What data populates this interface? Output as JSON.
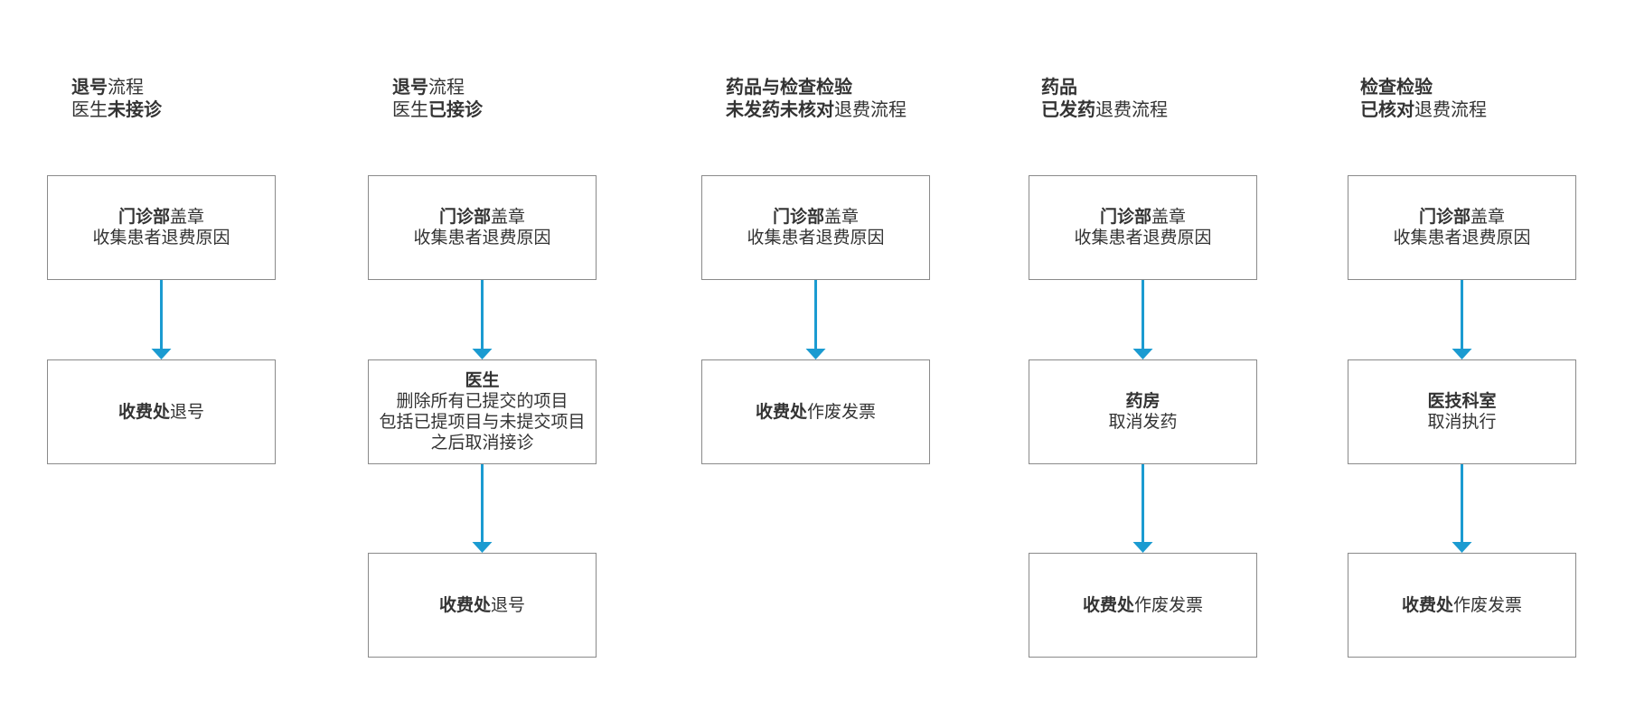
{
  "colors": {
    "arrow": "#1b9bd1",
    "box_border": "#8a8a8a",
    "text": "#333333",
    "background": "#ffffff"
  },
  "columns": [
    {
      "title": {
        "line1": [
          {
            "text": "退号",
            "bold": true
          },
          {
            "text": "流程",
            "bold": false
          }
        ],
        "line2": [
          {
            "text": "医生",
            "bold": false
          },
          {
            "text": "未接诊",
            "bold": true
          }
        ]
      },
      "steps": [
        {
          "lines": [
            [
              {
                "text": "门诊部",
                "bold": true
              },
              {
                "text": "盖章",
                "bold": false
              }
            ],
            [
              {
                "text": "收集患者退费原因",
                "bold": false
              }
            ]
          ]
        },
        {
          "lines": [
            [
              {
                "text": "收费处",
                "bold": true
              },
              {
                "text": "退号",
                "bold": false
              }
            ]
          ]
        }
      ]
    },
    {
      "title": {
        "line1": [
          {
            "text": "退号",
            "bold": true
          },
          {
            "text": "流程",
            "bold": false
          }
        ],
        "line2": [
          {
            "text": "医生",
            "bold": false
          },
          {
            "text": "已接诊",
            "bold": true
          }
        ]
      },
      "steps": [
        {
          "lines": [
            [
              {
                "text": "门诊部",
                "bold": true
              },
              {
                "text": "盖章",
                "bold": false
              }
            ],
            [
              {
                "text": "收集患者退费原因",
                "bold": false
              }
            ]
          ]
        },
        {
          "lines": [
            [
              {
                "text": "医生",
                "bold": true
              }
            ],
            [
              {
                "text": "删除所有已提交的项目",
                "bold": false
              }
            ],
            [
              {
                "text": "包括已提项目与未提交项目",
                "bold": false
              }
            ],
            [
              {
                "text": "之后取消接诊",
                "bold": false
              }
            ]
          ]
        },
        {
          "lines": [
            [
              {
                "text": "收费处",
                "bold": true
              },
              {
                "text": "退号",
                "bold": false
              }
            ]
          ]
        }
      ]
    },
    {
      "title": {
        "line1": [
          {
            "text": "药品与检查检验",
            "bold": true
          }
        ],
        "line2": [
          {
            "text": "未发药未核对",
            "bold": true
          },
          {
            "text": "退费流程",
            "bold": false
          }
        ]
      },
      "steps": [
        {
          "lines": [
            [
              {
                "text": "门诊部",
                "bold": true
              },
              {
                "text": "盖章",
                "bold": false
              }
            ],
            [
              {
                "text": "收集患者退费原因",
                "bold": false
              }
            ]
          ]
        },
        {
          "lines": [
            [
              {
                "text": "收费处",
                "bold": true
              },
              {
                "text": "作废发票",
                "bold": false
              }
            ]
          ]
        }
      ]
    },
    {
      "title": {
        "line1": [
          {
            "text": "药品",
            "bold": true
          }
        ],
        "line2": [
          {
            "text": "已发药",
            "bold": true
          },
          {
            "text": "退费流程",
            "bold": false
          }
        ]
      },
      "steps": [
        {
          "lines": [
            [
              {
                "text": "门诊部",
                "bold": true
              },
              {
                "text": "盖章",
                "bold": false
              }
            ],
            [
              {
                "text": "收集患者退费原因",
                "bold": false
              }
            ]
          ]
        },
        {
          "lines": [
            [
              {
                "text": "药房",
                "bold": true
              }
            ],
            [
              {
                "text": "取消发药",
                "bold": false
              }
            ]
          ]
        },
        {
          "lines": [
            [
              {
                "text": "收费处",
                "bold": true
              },
              {
                "text": "作废发票",
                "bold": false
              }
            ]
          ]
        }
      ]
    },
    {
      "title": {
        "line1": [
          {
            "text": "检查检验",
            "bold": true
          }
        ],
        "line2": [
          {
            "text": "已核对",
            "bold": true
          },
          {
            "text": "退费流程",
            "bold": false
          }
        ]
      },
      "steps": [
        {
          "lines": [
            [
              {
                "text": "门诊部",
                "bold": true
              },
              {
                "text": "盖章",
                "bold": false
              }
            ],
            [
              {
                "text": "收集患者退费原因",
                "bold": false
              }
            ]
          ]
        },
        {
          "lines": [
            [
              {
                "text": "医技科室",
                "bold": true
              }
            ],
            [
              {
                "text": "取消执行",
                "bold": false
              }
            ]
          ]
        },
        {
          "lines": [
            [
              {
                "text": "收费处",
                "bold": true
              },
              {
                "text": "作废发票",
                "bold": false
              }
            ]
          ]
        }
      ]
    }
  ]
}
